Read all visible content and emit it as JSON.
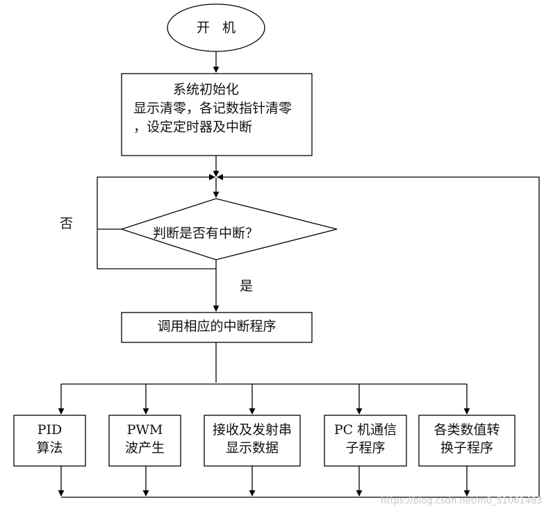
{
  "nodes": {
    "start": "开   机",
    "init_line1": "系统初始化",
    "init_line2": "显示清零，各记数指针清零",
    "init_line3": "，设定定时器及中断",
    "decision": "判断是否有中断？",
    "call": "调用相应的中断程序",
    "pid_l1": "PID",
    "pid_l2": "算法",
    "pwm_l1": "PWM",
    "pwm_l2": "波产生",
    "serial_l1": "接收及发射串",
    "serial_l2": "显示数据",
    "pc_l1": "PC 机通信",
    "pc_l2": "子程序",
    "conv_l1": "各类数值转",
    "conv_l2": "换子程序"
  },
  "labels": {
    "no": "否",
    "yes": "是"
  },
  "watermark": "https://blog.csdn.net/m0_51061483"
}
